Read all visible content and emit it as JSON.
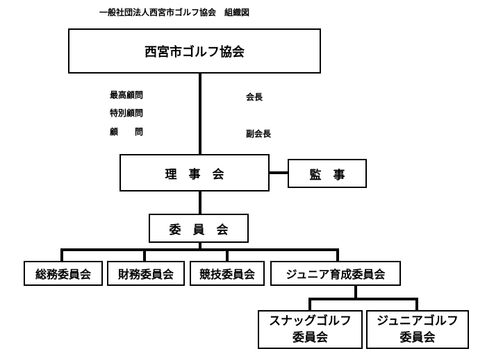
{
  "title": "一般社団法人西宮市ゴルフ協会　組織図",
  "top": "西宮市ゴルフ協会",
  "advisors": [
    "最高顧問",
    "特別顧問",
    "顧　　問"
  ],
  "officers": [
    "会長",
    "副会長"
  ],
  "board": "理　事　会",
  "auditor": "監　事",
  "committee": "委　員　会",
  "subcommittees": [
    "総務委員会",
    "財務委員会",
    "競技委員会",
    "ジュニア育成委員会"
  ],
  "junior_sub": [
    {
      "line1": "スナッグゴルフ",
      "line2": "委員会"
    },
    {
      "line1": "ジュニアゴルフ",
      "line2": "委員会"
    }
  ]
}
